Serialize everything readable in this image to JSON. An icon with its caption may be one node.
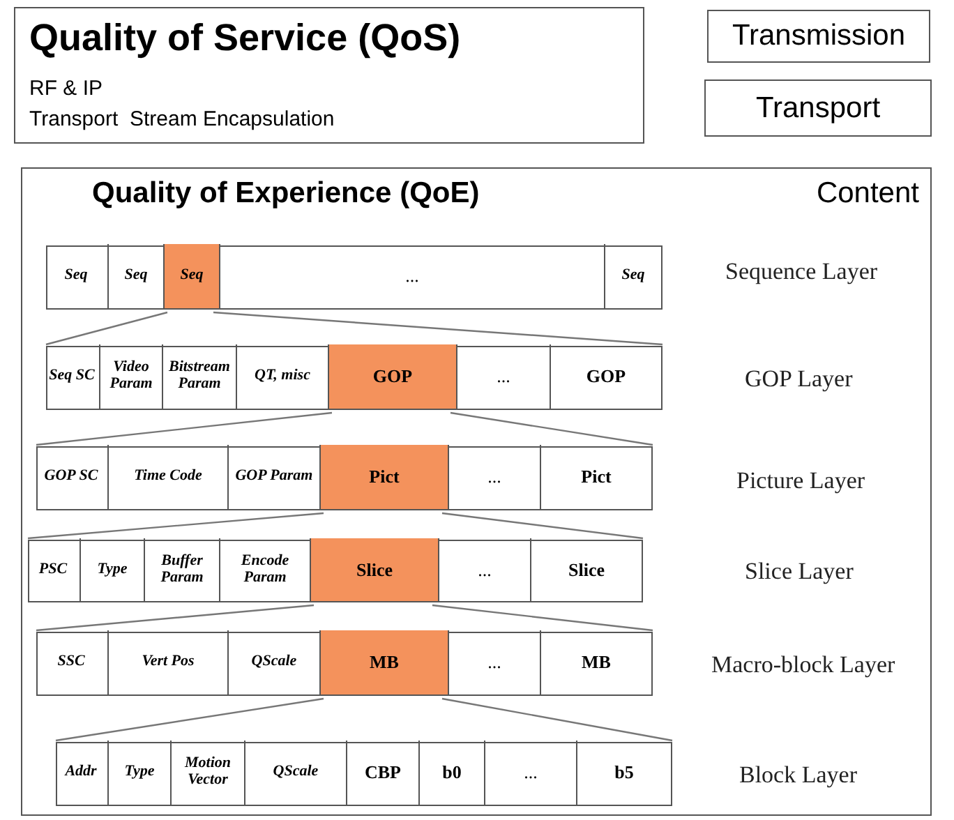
{
  "diagram": {
    "nodes": [
      {
        "text": [
          "Quality of Service (QoS)",
          "RF & IP",
          "Transport  Stream Encapsulation"
        ]
      },
      {
        "text": [
          "Transmission"
        ]
      },
      {
        "text": [
          "Transport"
        ]
      },
      {
        "text": [
          "Quality of Experience (QoE)",
          "Content"
        ]
      },
      {
        "text": [],
        "shape": "box",
        "in": 3
      },
      {
        "text": [
          "Seq"
        ],
        "in": 4
      },
      {
        "text": [
          "Seq"
        ],
        "in": 4
      },
      {
        "text": [
          "Seq"
        ],
        "in": 4
      },
      {
        "text": [
          "..."
        ],
        "in": 4
      },
      {
        "text": [
          "Seq"
        ],
        "in": 4
      },
      {
        "text": [],
        "shape": "box",
        "in": 3
      },
      {
        "text": [
          "Seq SC"
        ],
        "in": 10
      },
      {
        "text": [
          "Video Param"
        ],
        "in": 10
      },
      {
        "text": [
          "Bitstream Param"
        ],
        "in": 10
      },
      {
        "text": [
          "QT, misc"
        ],
        "in": 10
      },
      {
        "text": [
          "GOP"
        ],
        "in": 10
      },
      {
        "text": [
          "..."
        ],
        "in": 10
      },
      {
        "text": [
          "GOP"
        ],
        "in": 10
      },
      {
        "text": [],
        "shape": "box",
        "in": 3
      },
      {
        "text": [
          "GOP SC"
        ],
        "in": 18
      },
      {
        "text": [
          "Time Code"
        ],
        "in": 18
      },
      {
        "text": [
          "GOP Param"
        ],
        "in": 18
      },
      {
        "text": [
          "Pict"
        ],
        "in": 18
      },
      {
        "text": [
          "..."
        ],
        "in": 18
      },
      {
        "text": [
          "Pict"
        ],
        "in": 18
      },
      {
        "text": [],
        "shape": "box",
        "in": 3
      },
      {
        "text": [
          "PSC"
        ],
        "in": 25
      },
      {
        "text": [
          "Type"
        ],
        "in": 25
      },
      {
        "text": [
          "Buffer Param"
        ],
        "in": 25
      },
      {
        "text": [
          "Encode Param"
        ],
        "in": 25
      },
      {
        "text": [
          "Slice"
        ],
        "in": 25
      },
      {
        "text": [
          "..."
        ],
        "in": 25
      },
      {
        "text": [
          "Slice"
        ],
        "in": 25
      },
      {
        "text": [],
        "shape": "box",
        "in": 3
      },
      {
        "text": [
          "SSC"
        ],
        "in": 33
      },
      {
        "text": [
          "Vert Pos"
        ],
        "in": 33
      },
      {
        "text": [
          "QScale"
        ],
        "in": 33
      },
      {
        "text": [
          "MB"
        ],
        "in": 33
      },
      {
        "text": [
          "..."
        ],
        "in": 33
      },
      {
        "text": [
          "MB"
        ],
        "in": 33
      },
      {
        "text": [],
        "shape": "box",
        "in": 3
      },
      {
        "text": [
          "Addr"
        ],
        "in": 40
      },
      {
        "text": [
          "Type"
        ],
        "in": 40
      },
      {
        "text": [
          "Motion Vector"
        ],
        "in": 40
      },
      {
        "text": [
          "QScale"
        ],
        "in": 40
      },
      {
        "text": [
          "CBP"
        ],
        "in": 40
      },
      {
        "text": [
          "b0"
        ],
        "in": 40
      },
      {
        "text": [
          "..."
        ],
        "in": 40
      },
      {
        "text": [
          "b5"
        ],
        "in": 40
      }
    ],
    "edges": [
      {
        "from": 7,
        "to": 10,
        "arrow": "none"
      },
      {
        "from": 15,
        "to": 18,
        "arrow": "none"
      },
      {
        "from": 22,
        "to": 25,
        "arrow": "none"
      },
      {
        "from": 30,
        "to": 33,
        "arrow": "none"
      },
      {
        "from": 37,
        "to": 40,
        "arrow": "none"
      }
    ],
    "labels": [
      "Sequence Layer",
      "GOP Layer",
      "Picture Layer",
      "Slice Layer",
      "Macro-block Layer",
      "Block Layer"
    ]
  }
}
